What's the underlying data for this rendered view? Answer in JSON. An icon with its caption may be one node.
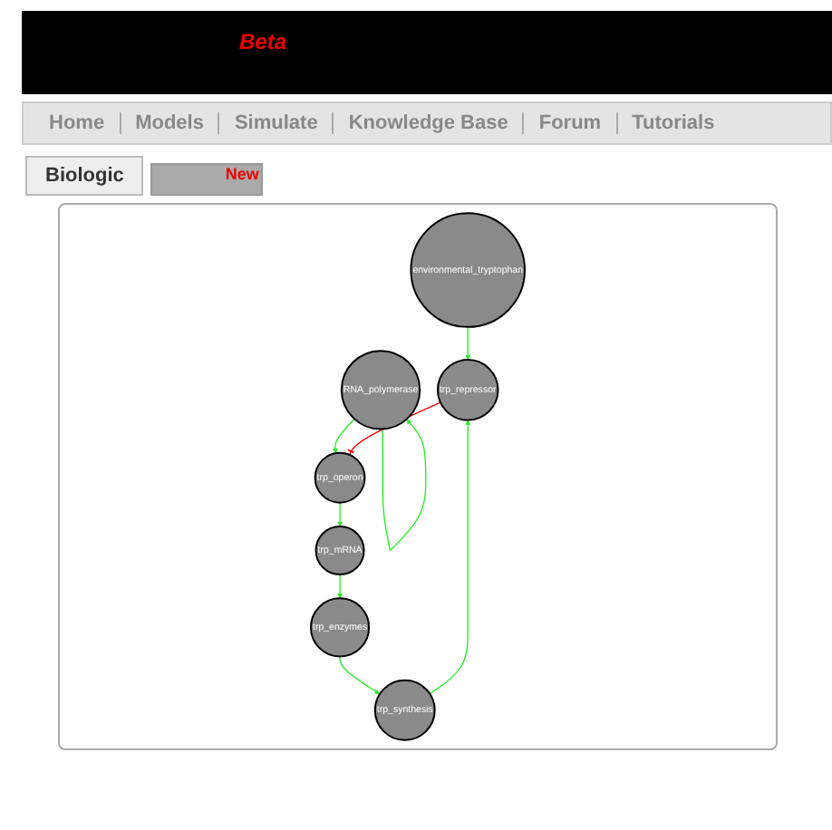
{
  "diagram": {
    "nodes": [
      {
        "text": [
          "trp_repressor"
        ]
      },
      {
        "text": [
          "environmental_tryptophan"
        ]
      },
      {
        "text": [
          "RNA_polymerase"
        ]
      },
      {
        "text": [
          "trp_operon"
        ]
      },
      {
        "text": [
          "trp_synthesis"
        ]
      },
      {
        "text": [
          "trp_mRNA"
        ]
      },
      {
        "text": [
          "trp_enzymes"
        ]
      }
    ],
    "edges": [
      {
        "from": 2,
        "to": 2,
        "arrow": "to"
      },
      {
        "from": 2,
        "to": 3,
        "arrow": "to"
      },
      {
        "from": 0,
        "to": 3,
        "arrow": "other",
        "color": "#ff0000"
      },
      {
        "from": 1,
        "to": 0,
        "arrow": "to"
      },
      {
        "from": 4,
        "to": 0,
        "arrow": "to"
      },
      {
        "from": 3,
        "to": 5,
        "arrow": "to"
      },
      {
        "from": 5,
        "to": 6,
        "arrow": "to"
      },
      {
        "from": 6,
        "to": 4,
        "arrow": "to"
      }
    ],
    "labels": [
      "Beta",
      "Home",
      "Models",
      "Simulate",
      "Knowledge Base",
      "Forum",
      "Tutorials",
      "Biologic",
      "New"
    ]
  }
}
